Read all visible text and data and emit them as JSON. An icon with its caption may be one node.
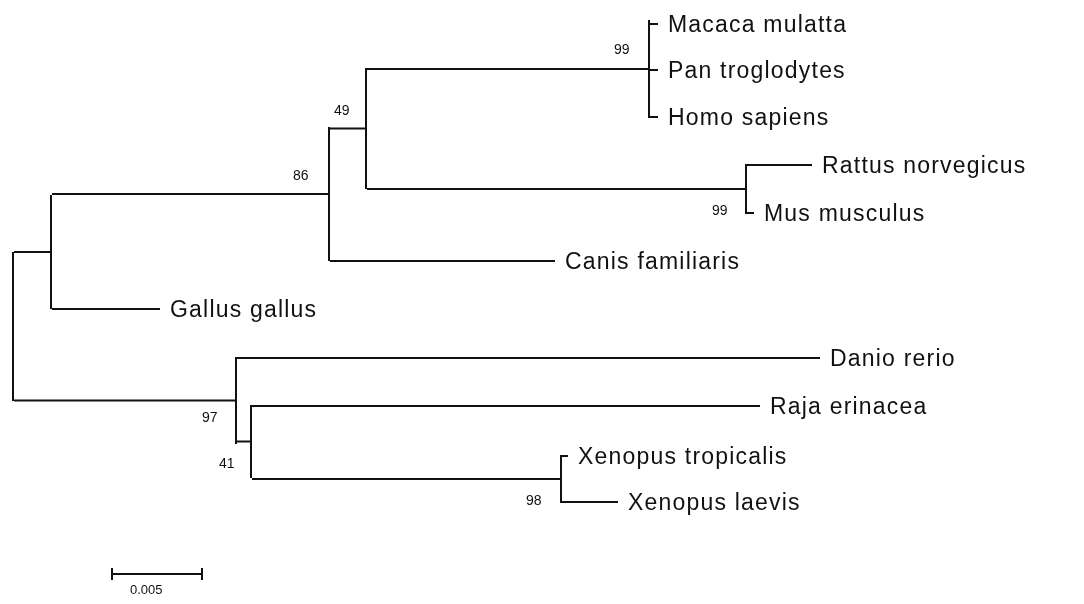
{
  "diagram": {
    "nodes": [
      {
        "text": [],
        "shape": "bar"
      },
      {
        "text": [],
        "shape": "bar"
      },
      {
        "text": [],
        "shape": "bar",
        "beside": [
          "86"
        ]
      },
      {
        "text": [],
        "shape": "bar",
        "beside": [
          "49"
        ]
      },
      {
        "text": [],
        "shape": "bar",
        "beside": [
          "99"
        ]
      },
      {
        "text": [
          "Macaca mulatta"
        ]
      },
      {
        "text": [
          "Pan troglodytes"
        ]
      },
      {
        "text": [
          "Homo sapiens"
        ]
      },
      {
        "text": [],
        "shape": "bar",
        "beside": [
          "99"
        ]
      },
      {
        "text": [
          "Rattus norvegicus"
        ]
      },
      {
        "text": [
          "Mus musculus"
        ]
      },
      {
        "text": [
          "Canis familiaris"
        ]
      },
      {
        "text": [
          "Gallus gallus"
        ]
      },
      {
        "text": [],
        "shape": "bar",
        "beside": [
          "97"
        ]
      },
      {
        "text": [
          "Danio rerio"
        ]
      },
      {
        "text": [],
        "shape": "bar",
        "beside": [
          "41"
        ]
      },
      {
        "text": [
          "Raja erinacea"
        ]
      },
      {
        "text": [],
        "shape": "bar",
        "beside": [
          "98"
        ]
      },
      {
        "text": [
          "Xenopus tropicalis"
        ]
      },
      {
        "text": [
          "Xenopus laevis"
        ]
      }
    ],
    "edges": [
      {
        "from": 0,
        "to": 1,
        "arrow": "none"
      },
      {
        "from": 0,
        "to": 13,
        "arrow": "none"
      },
      {
        "from": 1,
        "to": 2,
        "arrow": "none"
      },
      {
        "from": 1,
        "to": 12,
        "arrow": "none"
      },
      {
        "from": 2,
        "to": 3,
        "arrow": "none"
      },
      {
        "from": 2,
        "to": 11,
        "arrow": "none"
      },
      {
        "from": 3,
        "to": 4,
        "arrow": "none"
      },
      {
        "from": 3,
        "to": 8,
        "arrow": "none"
      },
      {
        "from": 4,
        "to": 5,
        "arrow": "none"
      },
      {
        "from": 4,
        "to": 6,
        "arrow": "none"
      },
      {
        "from": 4,
        "to": 7,
        "arrow": "none"
      },
      {
        "from": 8,
        "to": 9,
        "arrow": "none"
      },
      {
        "from": 8,
        "to": 10,
        "arrow": "none"
      },
      {
        "from": 13,
        "to": 14,
        "arrow": "none"
      },
      {
        "from": 13,
        "to": 15,
        "arrow": "none"
      },
      {
        "from": 15,
        "to": 16,
        "arrow": "none"
      },
      {
        "from": 15,
        "to": 17,
        "arrow": "none"
      },
      {
        "from": 17,
        "to": 18,
        "arrow": "none"
      },
      {
        "from": 17,
        "to": 19,
        "arrow": "none"
      }
    ],
    "labels": [
      "0.005"
    ]
  }
}
